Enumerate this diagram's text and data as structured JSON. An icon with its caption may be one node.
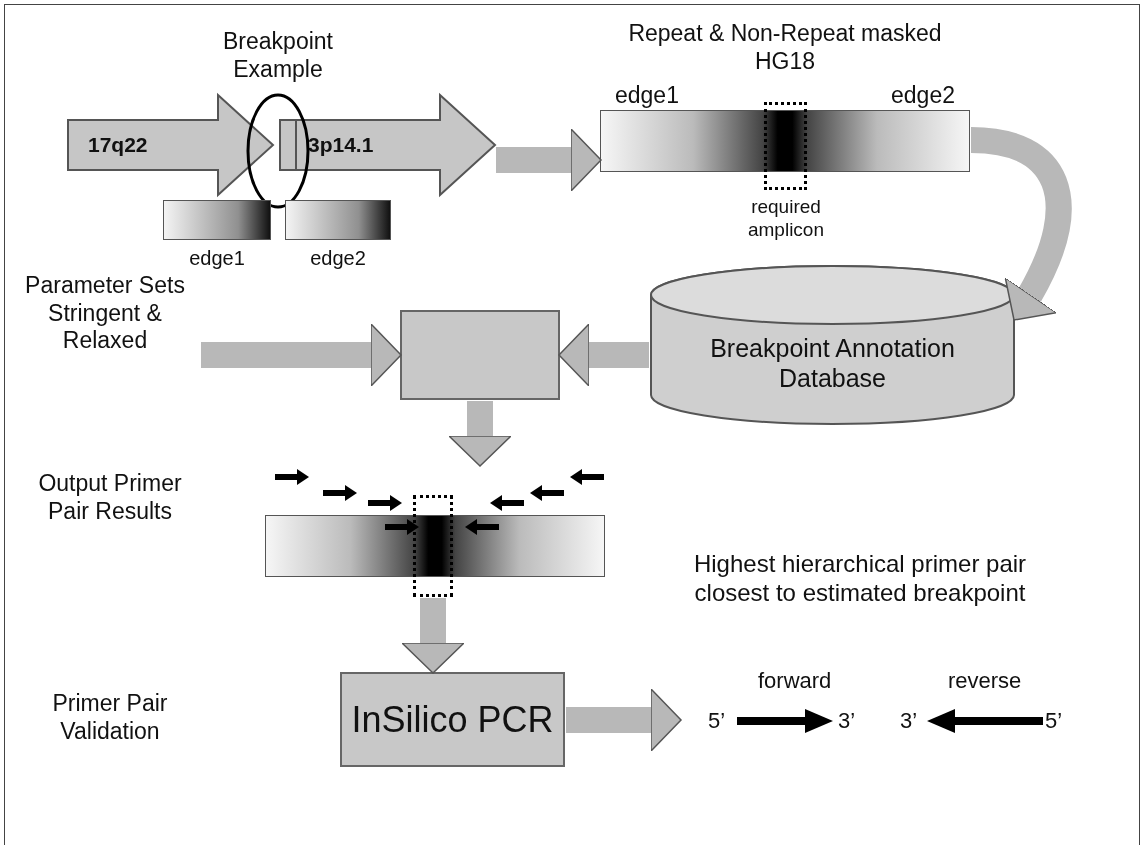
{
  "diagram": {
    "nodes": [
      {
        "text": [
          "17q22"
        ]
      },
      {
        "text": [
          "3p14.1"
        ]
      },
      {
        "text": [
          "Breakpoint Example"
        ]
      },
      {
        "text": [],
        "shape": "bar",
        "beside": [
          "edge1"
        ]
      },
      {
        "text": [],
        "shape": "bar",
        "beside": [
          "edge2"
        ]
      },
      {
        "text": [
          "Repeat & Non-Repeat masked HG18",
          "edge1",
          "edge2"
        ]
      },
      {
        "text": [],
        "shape": "box",
        "beside": [
          "required amplicon"
        ]
      },
      {
        "text": [
          "Breakpoint Annotation Database"
        ]
      },
      {
        "text": [],
        "shape": "box"
      },
      {
        "text": [
          "Parameter Sets Stringent & Relaxed"
        ]
      },
      {
        "text": [],
        "shape": "bar"
      },
      {
        "text": [],
        "shape": "box"
      },
      {
        "text": [
          "InSilico PCR"
        ]
      },
      {
        "text": [
          "Highest hierarchical primer pair closest to estimated breakpoint"
        ]
      }
    ],
    "edges": [
      {
        "from": 1,
        "to": 5,
        "arrow": "to"
      },
      {
        "from": 5,
        "to": 7,
        "arrow": "to"
      },
      {
        "from": 7,
        "to": 8,
        "arrow": "to"
      },
      {
        "from": 9,
        "to": 8,
        "arrow": "to"
      },
      {
        "from": 8,
        "to": 10,
        "arrow": "to"
      },
      {
        "from": 11,
        "to": 12,
        "arrow": "to"
      },
      {
        "from": 12,
        "to": 13,
        "arrow": "to"
      }
    ],
    "labels": [
      "Output Primer Pair Results",
      "Primer Pair Validation",
      "forward",
      "5’",
      "3’",
      "reverse",
      "3’",
      "5’"
    ]
  }
}
